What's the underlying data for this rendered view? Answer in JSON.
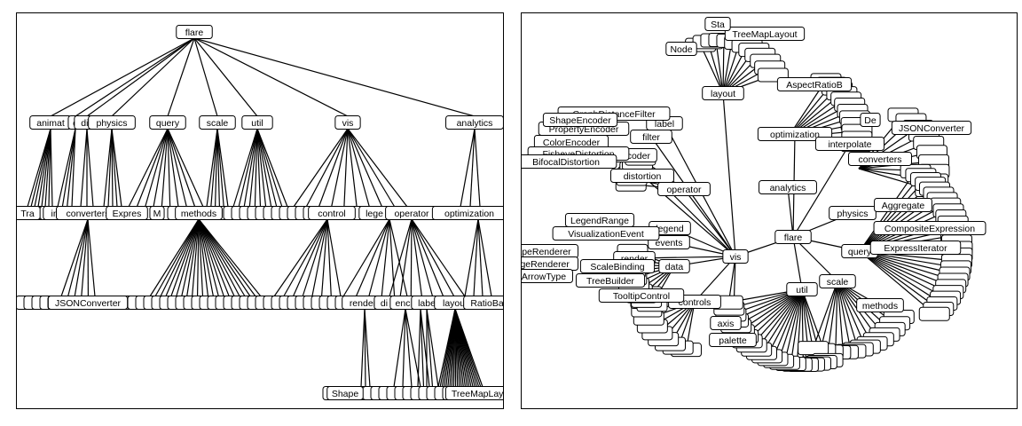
{
  "panels": [
    {
      "name": "left-tree-panel",
      "nodes": {
        "flare": "flare",
        "animate": "animat",
        "data": "d",
        "display": "dis",
        "physics": "physics",
        "query": "query",
        "scale": "scale",
        "util": "util",
        "vis": "vis",
        "analytics": "analytics",
        "converters": "converters",
        "methods": "methods",
        "controls": "control",
        "legend": "lege",
        "operator": "operator",
        "optimization": "optimization",
        "JSONConverter": "JSONConverter",
        "render": "render",
        "layout": "layout",
        "label": "labe",
        "encoder": "enc",
        "filter": "f",
        "distortion": "di",
        "AspectRatioBanker": "RatioBa",
        "TreeMapLayout": "TreeMapLayou",
        "ShapeRenderer": "Shape",
        "Transitioner": "Tra",
        "interpolate": "inte",
        "Expression": "Expres",
        "Match": "M"
      }
    },
    {
      "name": "right-radial-panel",
      "nodes": {
        "flare": "flare",
        "vis": "vis",
        "analytics": "analytics",
        "optimization": "optimization",
        "interpolate": "interpolate",
        "physics": "physics",
        "query": "query",
        "scale": "scale",
        "util": "util",
        "methods": "methods",
        "converters": "converters",
        "JSONConverter": "JSONConverter",
        "operator": "operator",
        "label": "label",
        "layout": "layout",
        "filter": "filter",
        "encoder": "encoder",
        "distortion": "distortion",
        "legend": "legend",
        "events": "events",
        "render": "render",
        "data": "data",
        "controls": "controls",
        "axis": "axis",
        "palette": "palette",
        "AspectRatioBanker": "AspectRatioB",
        "TreeMapLayout": "TreeMapLayout",
        "Expression": "ExpressIterator",
        "FisheyeDistortion": "FisheyeDistortion",
        "BifocalDistortion": "BifocalDistortion",
        "ColorEncoder": "ColorEncoder",
        "PropertyEncoder": "PropertyEncoder",
        "ShapeEncoder": "ShapeEncoder",
        "GraphDistanceFilter": "GraphDistanceFilter",
        "ShapeRenderer": "apeRenderer",
        "EdgeRenderer": "lgeRenderer",
        "ArrowType": "ArrowType",
        "VisualizationEvent": "VisualizationEvent",
        "LegendRange": "LegendRange",
        "TreeBuilder": "TreeBuilder",
        "ScaleBinding": "ScaleBinding",
        "TooltipControl": "TooltipControl",
        "Node": "Node",
        "Stack": "Sta",
        "CompositeExpression": "CompositeExpression",
        "Aggregate": "Aggregate",
        "Delegate": "De"
      }
    }
  ]
}
